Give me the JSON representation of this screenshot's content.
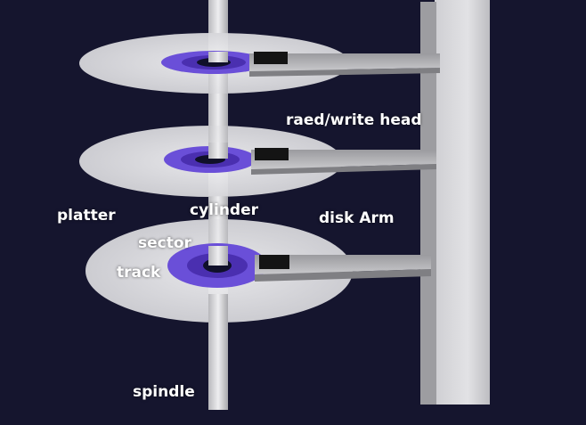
{
  "labels": {
    "read_write_head": "raed/write head",
    "platter": "platter",
    "cylinder": "cylinder",
    "disk_arm": "disk Arm",
    "sector": "sector",
    "track": "track",
    "spindle": "spindle"
  },
  "colors": {
    "background": "#15152e",
    "platter": "#e6e6ea",
    "track_ring": "#6a4fd8",
    "spindle": "#d4d4d8",
    "arm": "#b9b9bd",
    "head": "#141414",
    "text": "#ffffff"
  }
}
